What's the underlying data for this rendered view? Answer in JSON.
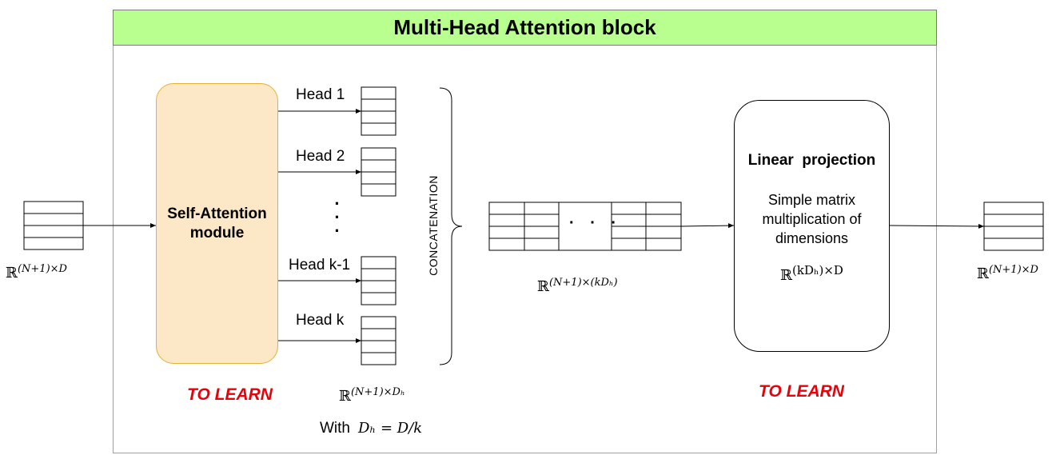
{
  "block": {
    "title": "Multi-Head Attention block"
  },
  "input": {
    "dim_label": "ℝ",
    "dim_sup": "(N+1)×D"
  },
  "self_attention": {
    "label": "Self-Attention module",
    "note": "TO LEARN"
  },
  "heads": {
    "labels": [
      "Head 1",
      "Head 2",
      "Head k-1",
      "Head k"
    ],
    "ellipsis": "⋮",
    "dim_label": "ℝ",
    "dim_sup": "(N+1)×Dₕ",
    "with_text": "With",
    "with_formula": "Dₕ = D/k"
  },
  "concatenation": {
    "label": "CONCATENATION",
    "dim_label": "ℝ",
    "dim_sup": "(N+1)×(kDₕ)",
    "ellipsis": "· · ·"
  },
  "linear_projection": {
    "title": "Linear  projection",
    "description": "Simple matrix multiplication of dimensions",
    "dim_label": "ℝ",
    "dim_sup": "(kDₕ)×D",
    "note": "TO LEARN"
  },
  "output": {
    "dim_label": "ℝ",
    "dim_sup": "(N+1)×D"
  }
}
